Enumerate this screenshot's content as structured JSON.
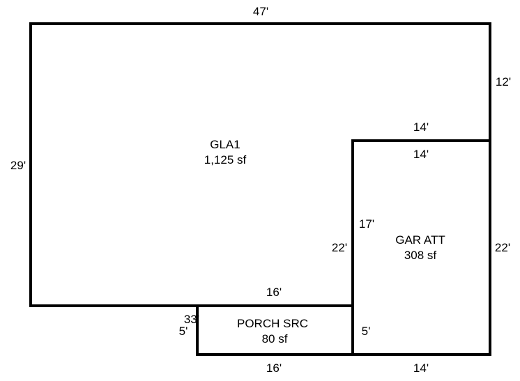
{
  "plan": {
    "areas": [
      {
        "name": "GLA1",
        "area": "1,125 sf"
      },
      {
        "name": "GAR ATT",
        "area": "308 sf"
      },
      {
        "name": "PORCH SRC",
        "area": "80 sf"
      }
    ],
    "dimensions": {
      "top": "47'",
      "left": "29'",
      "right_upper": "12'",
      "garage_top_outer": "14'",
      "garage_top_inner": "14'",
      "garage_right": "22'",
      "garage_left_inner": "17'",
      "garage_left_outer": "22'",
      "garage_bottom": "14'",
      "porch_top": "16'",
      "porch_bottom": "16'",
      "porch_left": "5'",
      "porch_left_offset": "33'",
      "porch_right": "5'"
    }
  }
}
